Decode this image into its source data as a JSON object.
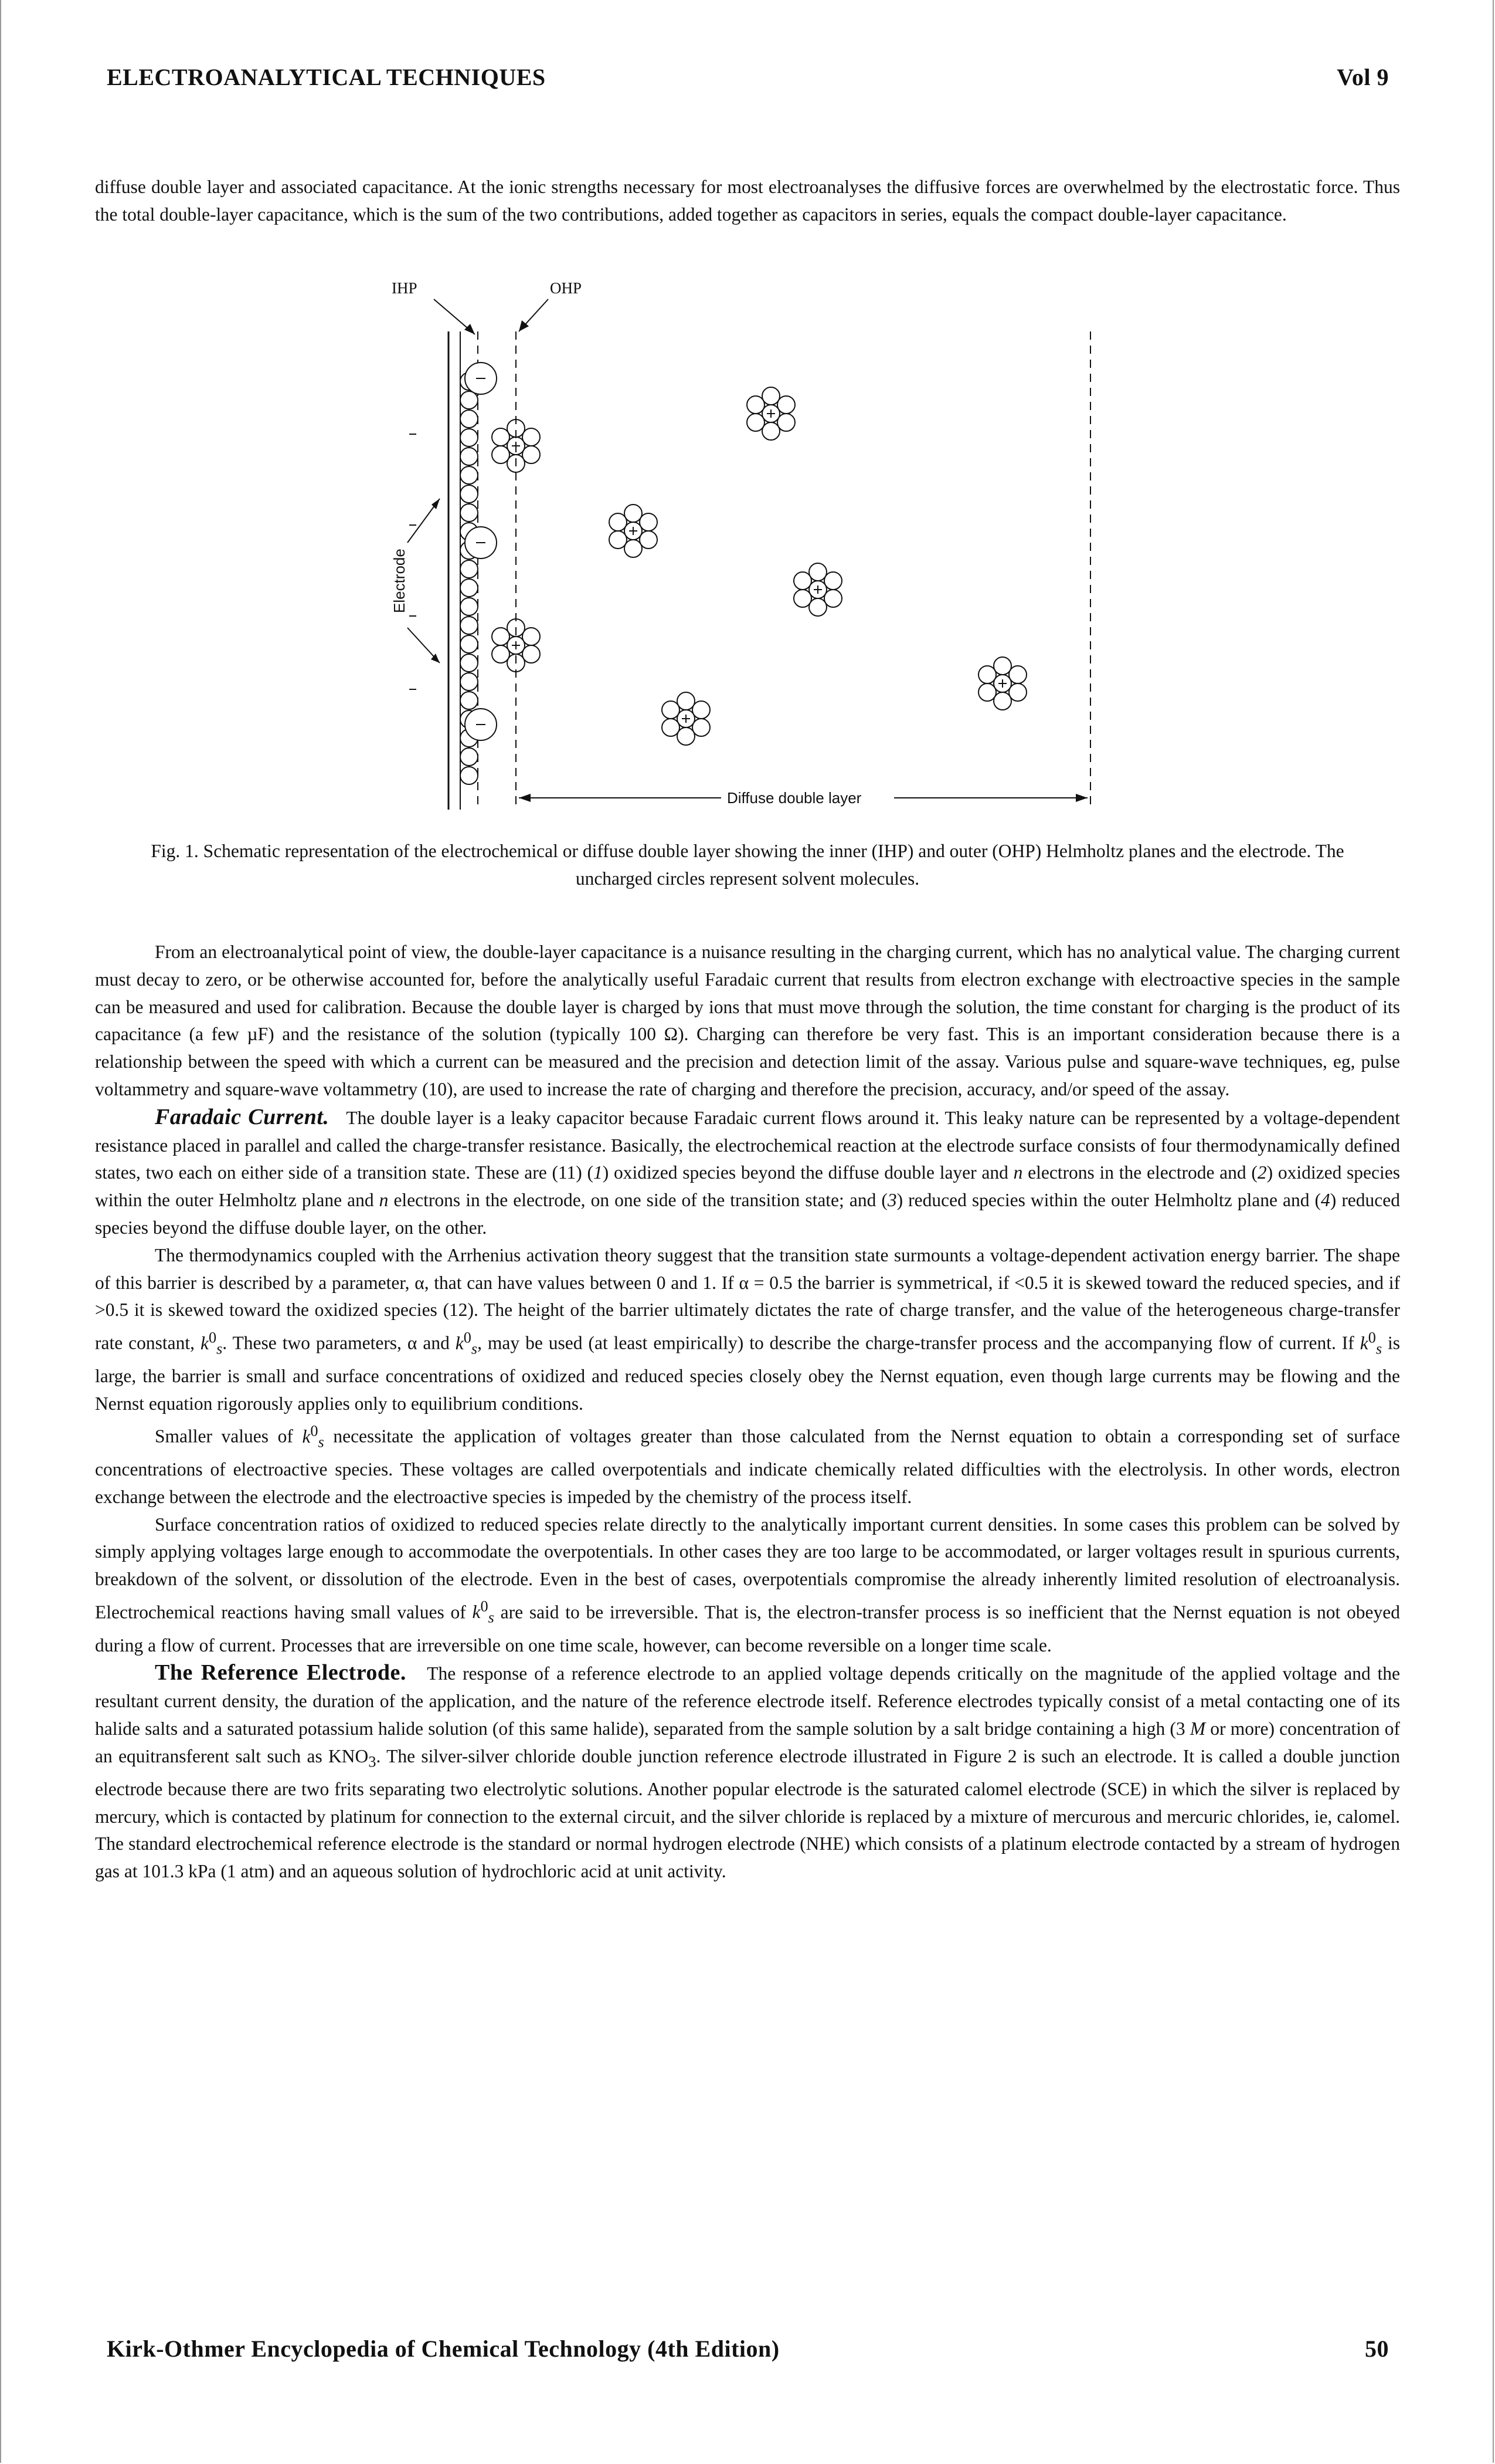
{
  "header": {
    "title": "ELECTROANALYTICAL TECHNIQUES",
    "volume": "Vol 9"
  },
  "intro_paragraph": "diffuse double layer and associated capacitance. At the ionic strengths necessary for most electroanalyses the diffusive forces are overwhelmed by the electrostatic force. Thus the total double-layer capacitance, which is the sum of the two contributions, added together as capacitors in series, equals the compact double-layer capacitance.",
  "figure": {
    "label_ihp": "IHP",
    "label_ohp": "OHP",
    "label_electrode": "Electrode",
    "label_diffuse": "Diffuse double layer",
    "caption": "Fig. 1. Schematic representation of the electrochemical or diffuse double layer showing the inner (IHP) and outer (OHP) Helmholtz planes and the electrode. The uncharged circles represent solvent molecules."
  },
  "paragraphs": {
    "p1": "From an electroanalytical point of view, the double-layer capacitance is a nuisance resulting in the charging current, which has no analytical value. The charging current must decay to zero, or be otherwise accounted for, before the analytically useful Faradaic current that results from electron exchange with electroactive species in the sample can be measured and used for calibration. Because the double layer is charged by ions that must move through the solution, the time constant for charging is the product of its capacitance (a few µF) and the resistance of the solution (typically 100 Ω). Charging can therefore be very fast. This is an important consideration because there is a relationship between the speed with which a current can be measured and the precision and detection limit of the assay. Various pulse and square-wave techniques, eg, pulse voltammetry and square-wave voltammetry (10), are used to increase the rate of charging and therefore the precision, accuracy, and/or speed of the assay.",
    "p2_heading": "Faradaic Current.",
    "p2_a": "The double layer is a leaky capacitor because Faradaic current flows around it. This leaky nature can be represented by a voltage-dependent resistance placed in parallel and called the charge-transfer resistance. Basically, the electrochemical reaction at the electrode surface consists of four thermodynamically defined states, two each on either side of a transition state. These are (11) (",
    "p2_n1": "1",
    "p2_b": ") oxidized species beyond the diffuse double layer and ",
    "p2_n": "n",
    "p2_c": " electrons in the electrode and (",
    "p2_n2": "2",
    "p2_d": ") oxidized species within the outer Helmholtz plane and ",
    "p2_e": " electrons in the electrode, on one side of the transition state; and (",
    "p2_n3": "3",
    "p2_f": ") reduced species within the outer Helmholtz plane and (",
    "p2_n4": "4",
    "p2_g": ") reduced species beyond the diffuse double layer, on the other.",
    "p3_a": "The thermodynamics coupled with the Arrhenius activation theory suggest that the transition state surmounts a voltage-dependent activation energy barrier. The shape of this barrier is described by a parameter, α, that can have values between 0 and 1. If α = 0.5 the barrier is symmetrical, if <0.5 it is skewed toward the reduced species, and if >0.5 it is skewed toward the oxidized species (12). The height of the barrier ultimately dictates the rate of charge transfer, and the value of the heterogeneous charge-transfer rate constant, ",
    "k_sym": "k",
    "k_sup": "0",
    "k_sub": "s",
    "p3_b": ". These two parameters, α and ",
    "p3_c": ", may be used (at least empirically) to describe the charge-transfer process and the accompanying flow of current. If ",
    "p3_d": " is large, the barrier is small and surface concentrations of oxidized and reduced species closely obey the Nernst equation, even though large currents may be flowing and the Nernst equation rigorously applies only to equilibrium conditions.",
    "p4_a": "Smaller values of ",
    "p4_b": " necessitate the application of voltages greater than those calculated from the Nernst equation to obtain a corresponding set of surface concentrations of electroactive species. These voltages are called overpotentials and indicate chemically related difficulties with the electrolysis. In other words, electron exchange between the electrode and the electroactive species is impeded by the chemistry of the process itself.",
    "p5_a": "Surface concentration ratios of oxidized to reduced species relate directly to the analytically important current densities. In some cases this problem can be solved by simply applying voltages large enough to accommodate the overpotentials. In other cases they are too large to be accommodated, or larger voltages result in spurious currents, breakdown of the solvent, or dissolution of the electrode. Even in the best of cases, overpotentials compromise the already inherently limited resolution of electroanalysis. Electrochemical reactions having small values of ",
    "p5_b": " are said to be irreversible. That is, the electron-transfer process is so inefficient that the Nernst equation is not obeyed during a flow of current. Processes that are irreversible on one time scale, however, can become reversible on a longer time scale.",
    "p6_heading": "The Reference Electrode.",
    "p6_a": "The response of a reference electrode to an applied voltage depends critically on the magnitude of the applied voltage and the resultant current density, the duration of the application, and the nature of the reference electrode itself. Reference electrodes typically consist of a metal contacting one of its halide salts and a saturated potassium halide solution (of this same halide), separated from the sample solution by a salt bridge containing a high (3 ",
    "p6_M": "M",
    "p6_b": " or more) concentration of an equitransferent salt such as KNO",
    "p6_sub3": "3",
    "p6_c": ". The silver-silver chloride double junction reference electrode illustrated in Figure 2 is such an electrode. It is called a double junction electrode because there are two frits separating two electrolytic solutions. Another popular electrode is the saturated calomel electrode (SCE) in which the silver is replaced by mercury, which is contacted by platinum for connection to the external circuit, and the silver chloride is replaced by a mixture of mercurous and mercuric chlorides, ie, calomel. The standard electrochemical reference electrode is the standard or normal hydrogen electrode (NHE) which consists of a platinum electrode contacted by a stream of hydrogen gas at 101.3 kPa (1 atm) and an aqueous solution of hydrochloric acid at unit activity."
  },
  "footer": {
    "publication": "Kirk-Othmer Encyclopedia of Chemical Technology (4th Edition)",
    "page_number": "50"
  }
}
